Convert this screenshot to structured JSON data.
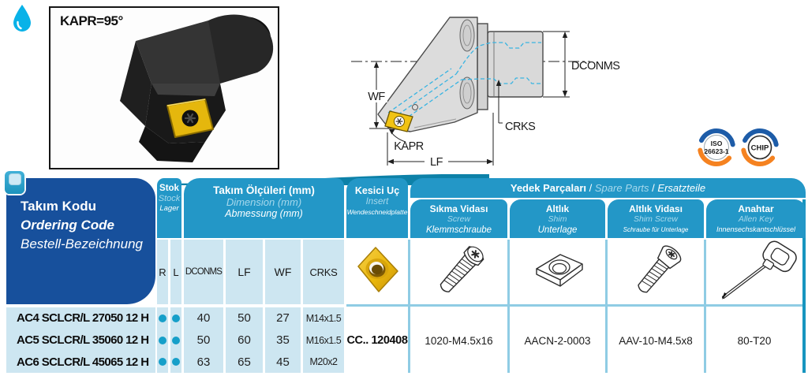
{
  "header_area": {
    "kapr_label": "KAPR=95°"
  },
  "drawing": {
    "dconms": "DCONMS",
    "wf": "WF",
    "crks": "CRKS",
    "kapr": "KAPR",
    "lf": "LF"
  },
  "badges": {
    "iso": {
      "line1": "ISO",
      "line2": "26623-1"
    },
    "chip": {
      "label": "CHIP"
    }
  },
  "table": {
    "ordering": {
      "tr": "Takım Kodu",
      "en": "Ordering Code",
      "de": "Bestell-Bezeichnung"
    },
    "stock": {
      "tr": "Stok",
      "en": "Stock",
      "de": "Lager",
      "col_r": "R",
      "col_l": "L"
    },
    "dims": {
      "tr": "Takım Ölçüleri (mm)",
      "en": "Dimension (mm)",
      "de": "Abmessung (mm)",
      "cols": [
        "DCONMS",
        "LF",
        "WF",
        "CRKS"
      ]
    },
    "insert": {
      "tr": "Kesici Uç",
      "en": "Insert",
      "de": "Wendeschneidplatte",
      "value": "CC.. 120408"
    },
    "spares": {
      "tr": "Yedek Parçaları",
      "en": "Spare Parts",
      "de": "Ersatzteile",
      "sep": "/",
      "cols": [
        {
          "tr": "Sıkma Vidası",
          "en": "Screw",
          "de": "Klemmschraube",
          "part": "1020-M4.5x16"
        },
        {
          "tr": "Altlık",
          "en": "Shim",
          "de": "Unterlage",
          "part": "AACN-2-0003"
        },
        {
          "tr": "Altlık Vidası",
          "en": "Shim Screw",
          "de": "Schraube für Unterlage",
          "part": "AAV-10-M4.5x8"
        },
        {
          "tr": "Anahtar",
          "en": "Allen Key",
          "de": "Innensechskantschlüssel",
          "part": "80-T20"
        }
      ]
    },
    "rows": [
      {
        "code": "AC4 SCLCR/L 27050 12 H",
        "stock_r": true,
        "stock_l": true,
        "dconms": "40",
        "lf": "50",
        "wf": "27",
        "crks": "M14x1.5"
      },
      {
        "code": "AC5 SCLCR/L 35060 12 H",
        "stock_r": true,
        "stock_l": true,
        "dconms": "50",
        "lf": "60",
        "wf": "35",
        "crks": "M16x1.5"
      },
      {
        "code": "AC6 SCLCR/L 45065 12 H",
        "stock_r": true,
        "stock_l": true,
        "dconms": "63",
        "lf": "65",
        "wf": "45",
        "crks": "M20x2"
      }
    ]
  },
  "colors": {
    "header_blue": "#2397c7",
    "dark_blue": "#17509c",
    "light_cell": "#cde6f1",
    "dot_teal": "#169fc9",
    "accent_dark_teal": "#0d81a8",
    "badge_blue": "#1d5ca8",
    "badge_orange": "#f58220",
    "insert_yellow": "#f1c313",
    "coolant_blue": "#39b4e2",
    "drop_cyan": "#09b2e8"
  }
}
